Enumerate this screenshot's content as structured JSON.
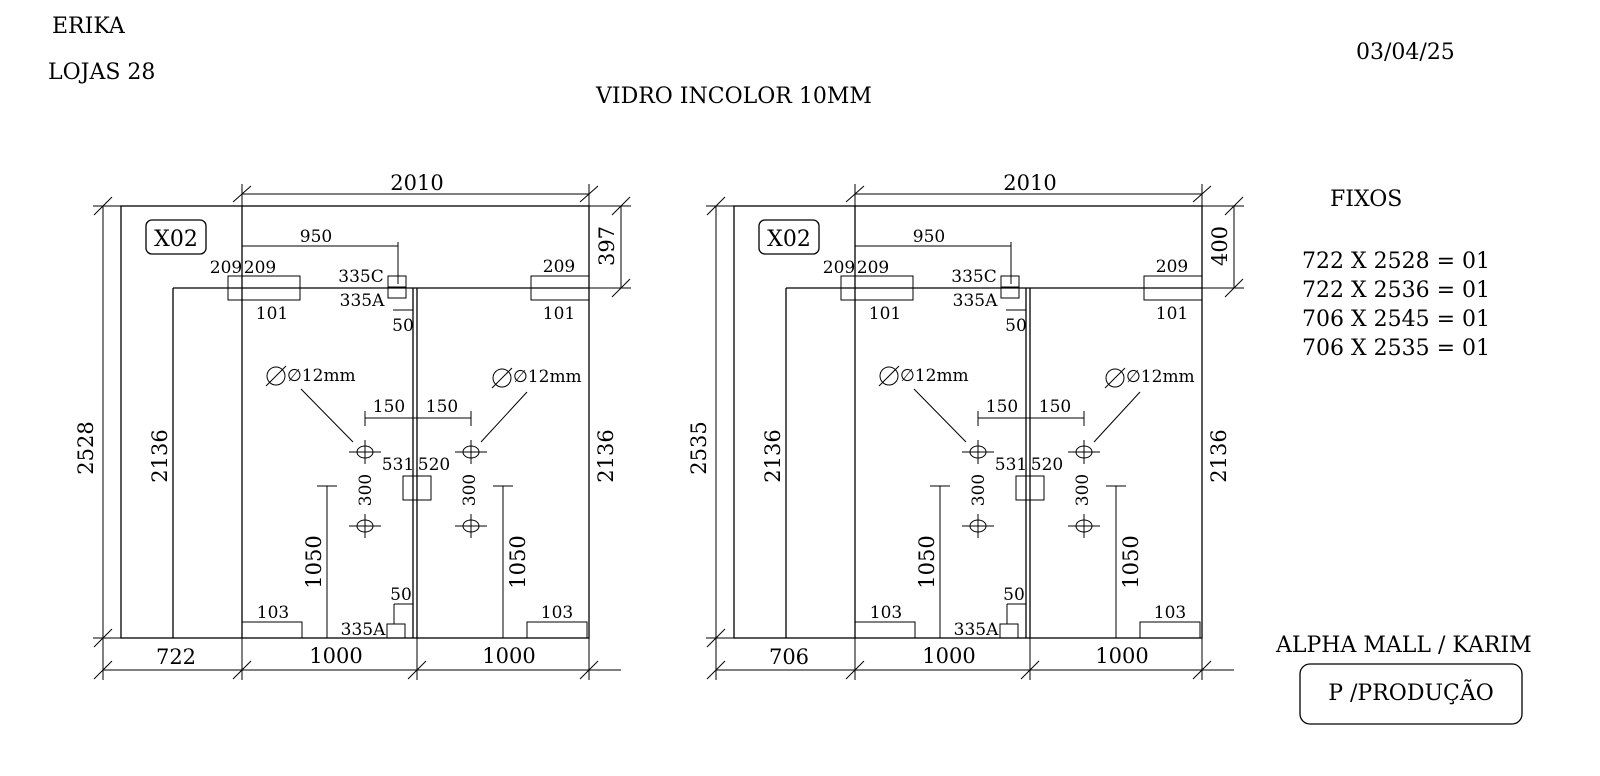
{
  "header": {
    "name": "ERIKA",
    "store": "LOJAS  28",
    "date": "03/04/25",
    "material": "VIDRO INCOLOR 10MM"
  },
  "drawings": [
    {
      "tag": "X02",
      "total_width": "2010",
      "top_height": "397",
      "left_height": "2528",
      "inner_left_height": "2136",
      "inner_right_height": "2136",
      "fixed_width": "722",
      "door_left_width": "1000",
      "door_right_width": "1000",
      "offset_950": "950",
      "lbl_209a": "209",
      "lbl_209b": "209",
      "lbl_209c": "209",
      "lbl_101a": "101",
      "lbl_101b": "101",
      "lbl_335c": "335C",
      "lbl_335a_top": "335A",
      "lbl_50_top": "50",
      "hole_left": "∅12mm",
      "hole_right": "∅12mm",
      "lbl_150a": "150",
      "lbl_150b": "150",
      "lbl_531": "531",
      "lbl_520": "520",
      "lbl_300a": "300",
      "lbl_300b": "300",
      "lbl_1050a": "1050",
      "lbl_1050b": "1050",
      "lbl_103a": "103",
      "lbl_103b": "103",
      "lbl_50_bottom": "50",
      "lbl_335a_bottom": "335A"
    },
    {
      "tag": "X02",
      "total_width": "2010",
      "top_height": "400",
      "left_height": "2535",
      "inner_left_height": "2136",
      "inner_right_height": "2136",
      "fixed_width": "706",
      "door_left_width": "1000",
      "door_right_width": "1000",
      "offset_950": "950",
      "lbl_209a": "209",
      "lbl_209b": "209",
      "lbl_209c": "209",
      "lbl_101a": "101",
      "lbl_101b": "101",
      "lbl_335c": "335C",
      "lbl_335a_top": "335A",
      "lbl_50_top": "50",
      "hole_left": "∅12mm",
      "hole_right": "∅12mm",
      "lbl_150a": "150",
      "lbl_150b": "150",
      "lbl_531": "531",
      "lbl_520": "520",
      "lbl_300a": "300",
      "lbl_300b": "300",
      "lbl_1050a": "1050",
      "lbl_1050b": "1050",
      "lbl_103a": "103",
      "lbl_103b": "103",
      "lbl_50_bottom": "50",
      "lbl_335a_bottom": "335A"
    }
  ],
  "fixos": {
    "title": "FIXOS",
    "items": [
      "722 X 2528 = 01",
      "722 X 2536 = 01",
      "706 X 2545 = 01",
      "706 X 2535 = 01"
    ]
  },
  "footer": {
    "client": "ALPHA MALL / KARIM",
    "stamp": "P /PRODUÇÃO"
  }
}
